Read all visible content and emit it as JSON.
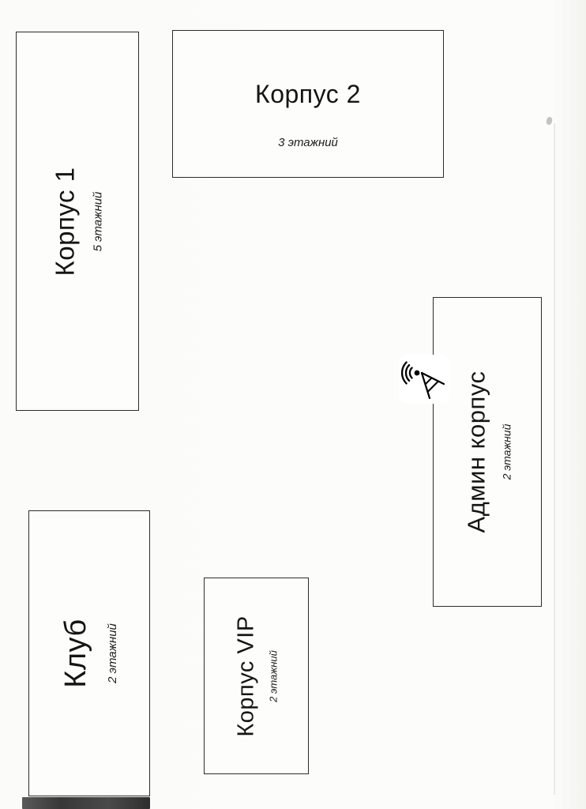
{
  "page": {
    "background": "#fbfbf9",
    "ink": "#151515",
    "description": "Scanned site plan of resort buildings"
  },
  "buildings": [
    {
      "id": "korpus-1",
      "name": "Корпус 1",
      "floors": "5 этажний",
      "orientation": "vertical"
    },
    {
      "id": "korpus-2",
      "name": "Корпус 2",
      "floors": "3 этажний",
      "orientation": "horizontal"
    },
    {
      "id": "admin-korpus",
      "name": "Админ корпус",
      "floors": "2 этажний",
      "orientation": "vertical",
      "has_antenna": true
    },
    {
      "id": "klub",
      "name": "Клуб",
      "floors": "2 этажний",
      "orientation": "vertical"
    },
    {
      "id": "korpus-vip",
      "name": "Корпус VIP",
      "floors": "2 этажний",
      "orientation": "vertical"
    }
  ],
  "icons": {
    "antenna": "radio-antenna-icon"
  }
}
